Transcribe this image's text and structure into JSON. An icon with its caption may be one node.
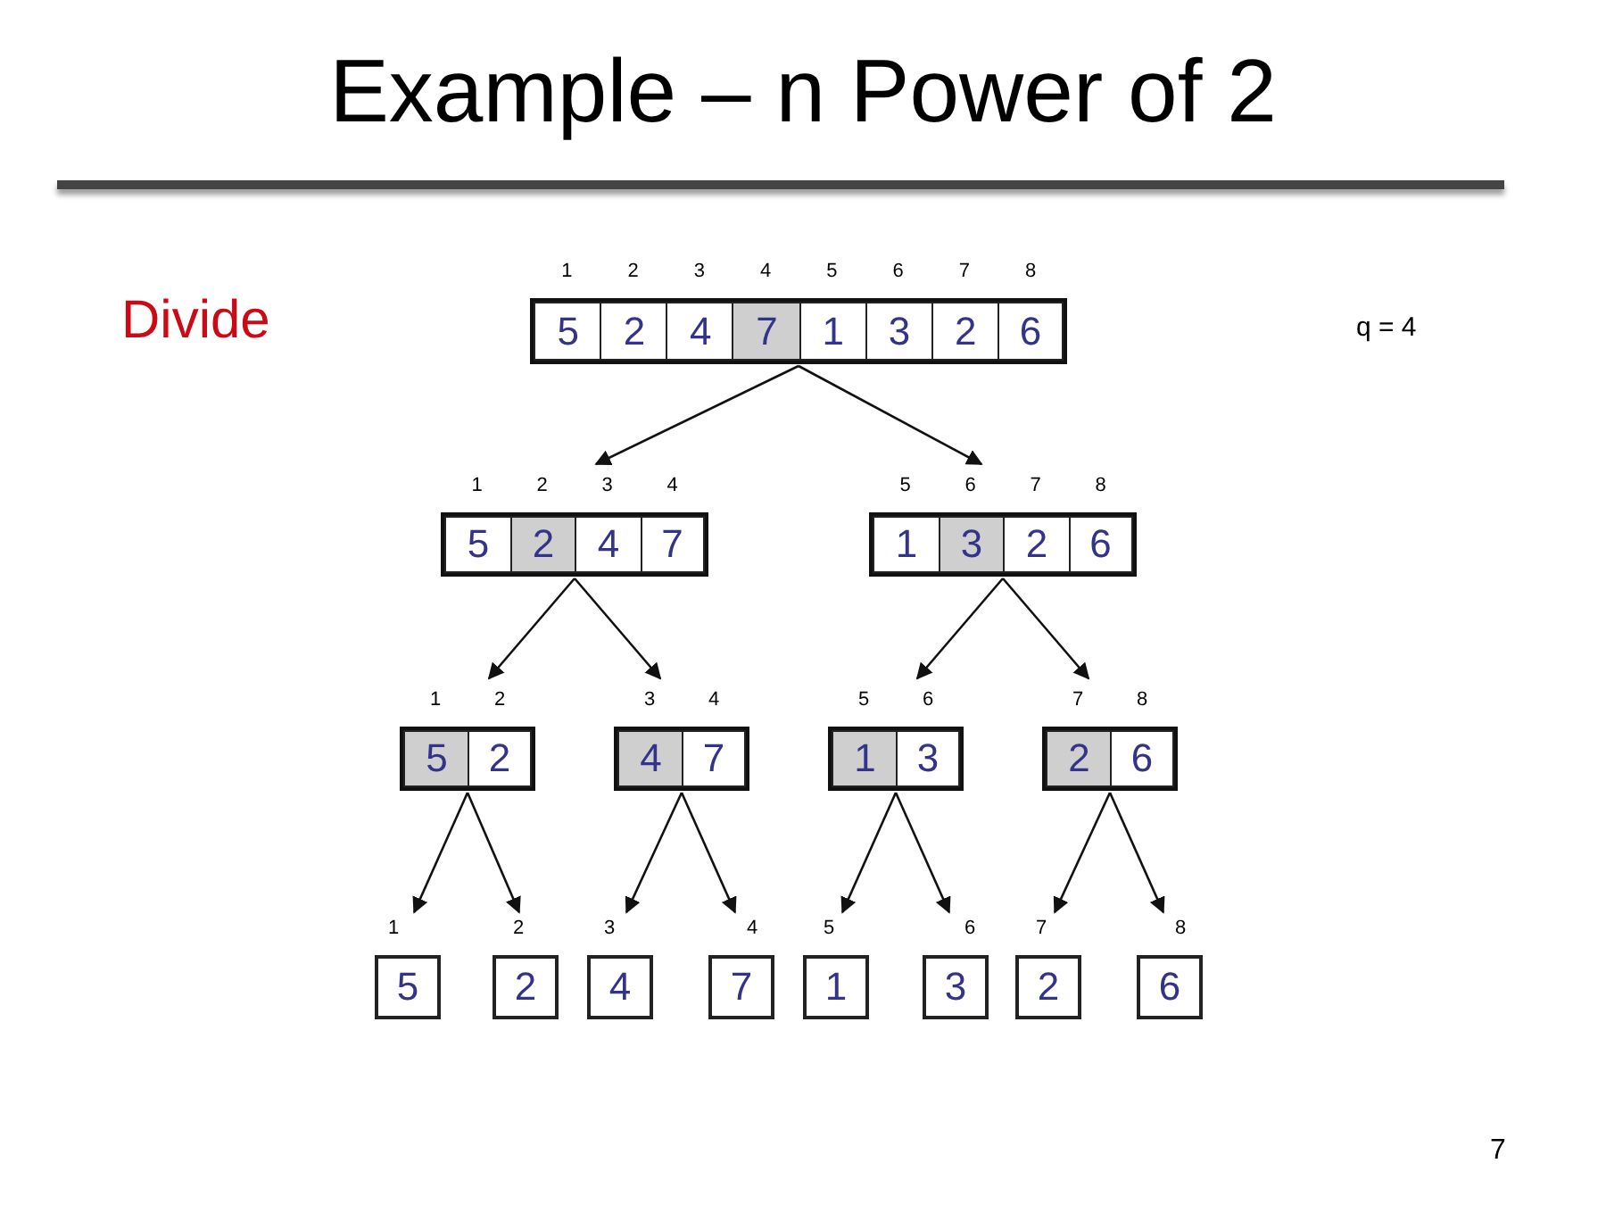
{
  "diagram": {
    "title": "Example – n Power of 2",
    "nodes": [
      {
        "text": [],
        "shape": "box"
      },
      {
        "text": [
          "5"
        ],
        "in": 0
      },
      {
        "text": [
          "2"
        ],
        "in": 0
      },
      {
        "text": [
          "4"
        ],
        "in": 0
      },
      {
        "text": [
          "7"
        ],
        "in": 0
      },
      {
        "text": [
          "1"
        ],
        "in": 0
      },
      {
        "text": [
          "3"
        ],
        "in": 0
      },
      {
        "text": [
          "2"
        ],
        "in": 0
      },
      {
        "text": [
          "6"
        ],
        "in": 0
      },
      {
        "text": [],
        "shape": "box"
      },
      {
        "text": [
          "5"
        ],
        "in": 9
      },
      {
        "text": [
          "2"
        ],
        "in": 9
      },
      {
        "text": [
          "4"
        ],
        "in": 9
      },
      {
        "text": [
          "7"
        ],
        "in": 9
      },
      {
        "text": [],
        "shape": "box"
      },
      {
        "text": [
          "1"
        ],
        "in": 14
      },
      {
        "text": [
          "3"
        ],
        "in": 14
      },
      {
        "text": [
          "2"
        ],
        "in": 14
      },
      {
        "text": [
          "6"
        ],
        "in": 14
      },
      {
        "text": [],
        "shape": "box"
      },
      {
        "text": [
          "5"
        ],
        "in": 19
      },
      {
        "text": [
          "2"
        ],
        "in": 19
      },
      {
        "text": [],
        "shape": "box"
      },
      {
        "text": [
          "4"
        ],
        "in": 22
      },
      {
        "text": [
          "7"
        ],
        "in": 22
      },
      {
        "text": [],
        "shape": "box"
      },
      {
        "text": [
          "1"
        ],
        "in": 25
      },
      {
        "text": [
          "3"
        ],
        "in": 25
      },
      {
        "text": [],
        "shape": "box"
      },
      {
        "text": [
          "2"
        ],
        "in": 28
      },
      {
        "text": [
          "6"
        ],
        "in": 28
      },
      {
        "text": [
          "5"
        ]
      },
      {
        "text": [
          "2"
        ]
      },
      {
        "text": [
          "4"
        ]
      },
      {
        "text": [
          "7"
        ]
      },
      {
        "text": [
          "1"
        ]
      },
      {
        "text": [
          "3"
        ]
      },
      {
        "text": [
          "2"
        ]
      },
      {
        "text": [
          "6"
        ]
      }
    ],
    "edges": [
      {
        "from": 0,
        "to": 9,
        "arrow": "to"
      },
      {
        "from": 0,
        "to": 14,
        "arrow": "to"
      },
      {
        "from": 9,
        "to": 19,
        "arrow": "to"
      },
      {
        "from": 9,
        "to": 22,
        "arrow": "to"
      },
      {
        "from": 14,
        "to": 25,
        "arrow": "to"
      },
      {
        "from": 14,
        "to": 28,
        "arrow": "to"
      },
      {
        "from": 19,
        "to": 31,
        "arrow": "to"
      },
      {
        "from": 19,
        "to": 32,
        "arrow": "to"
      },
      {
        "from": 22,
        "to": 33,
        "arrow": "to"
      },
      {
        "from": 22,
        "to": 34,
        "arrow": "to"
      },
      {
        "from": 25,
        "to": 35,
        "arrow": "to"
      },
      {
        "from": 25,
        "to": 36,
        "arrow": "to"
      },
      {
        "from": 28,
        "to": 37,
        "arrow": "to"
      },
      {
        "from": 28,
        "to": 38,
        "arrow": "to"
      }
    ],
    "labels": [
      "1",
      "2",
      "3",
      "4",
      "5",
      "6",
      "7",
      "8",
      "Divide",
      "q = 4",
      "1",
      "2",
      "3",
      "4",
      "5",
      "6",
      "7",
      "8",
      "1",
      "2",
      "3",
      "4",
      "5",
      "6",
      "7",
      "8",
      "1",
      "2",
      "3",
      "4",
      "5",
      "6",
      "7",
      "8",
      "7"
    ]
  }
}
